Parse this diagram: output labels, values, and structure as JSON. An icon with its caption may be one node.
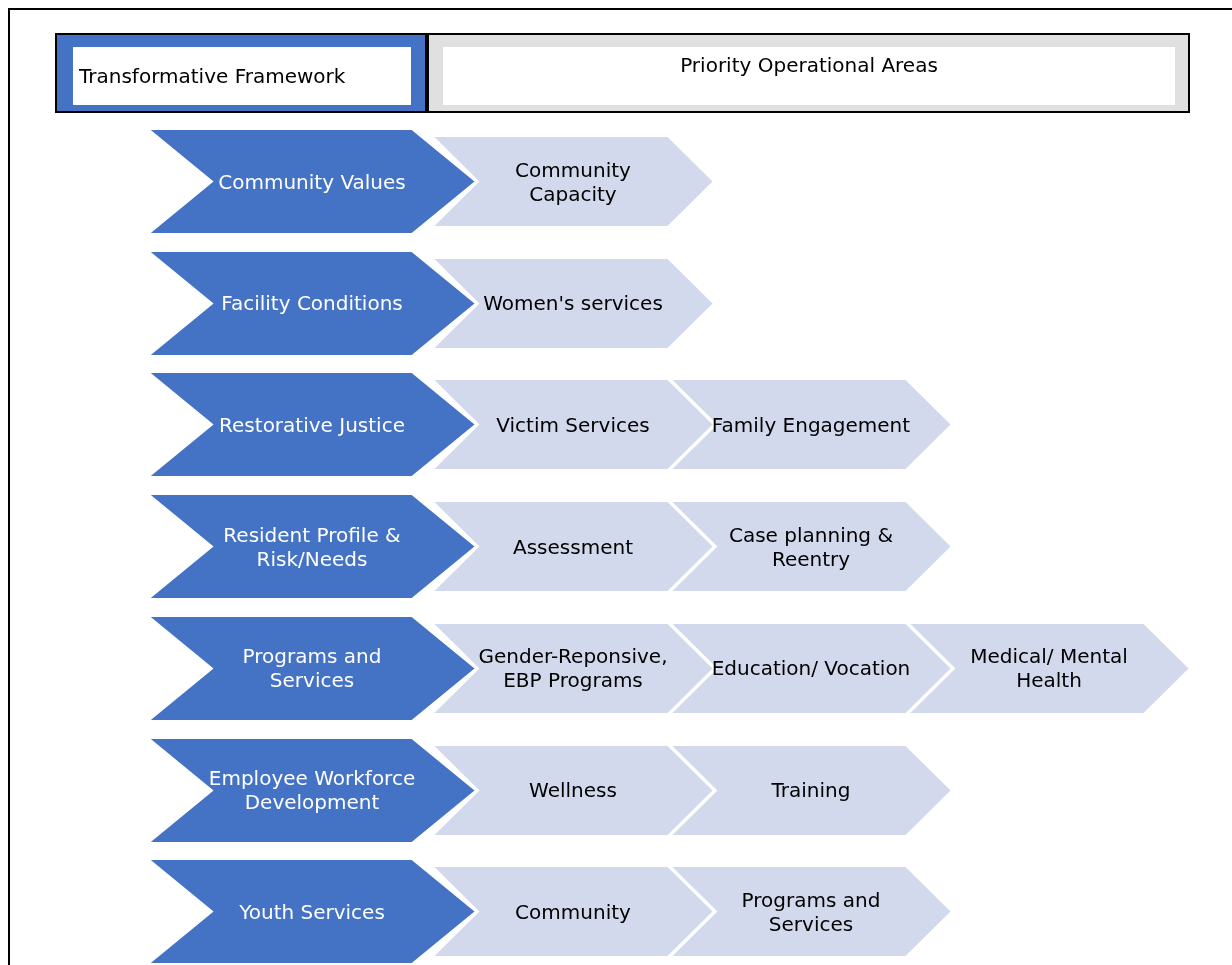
{
  "diagram": {
    "nodes": [
      {
        "text": [
          "Transformative Framework"
        ]
      },
      {
        "text": [
          "Priority Operational Areas"
        ]
      },
      {
        "text": [
          "Community Values"
        ]
      },
      {
        "text": [
          "Community Capacity"
        ]
      },
      {
        "text": [
          "Facility Conditions"
        ]
      },
      {
        "text": [
          "Women's services"
        ]
      },
      {
        "text": [
          "Restorative Justice"
        ]
      },
      {
        "text": [
          "Victim Services"
        ]
      },
      {
        "text": [
          "Family Engagement"
        ]
      },
      {
        "text": [
          "Resident Profile & Risk/Needs"
        ]
      },
      {
        "text": [
          "Assessment"
        ]
      },
      {
        "text": [
          "Case planning & Reentry"
        ]
      },
      {
        "text": [
          "Programs and Services"
        ]
      },
      {
        "text": [
          "Gender-Reponsive, EBP Programs"
        ]
      },
      {
        "text": [
          "Education/ Vocation"
        ]
      },
      {
        "text": [
          "Medical/ Mental Health"
        ]
      },
      {
        "text": [
          "Employee Workforce Development"
        ]
      },
      {
        "text": [
          "Wellness"
        ]
      },
      {
        "text": [
          "Training"
        ]
      },
      {
        "text": [
          "Youth Services"
        ]
      },
      {
        "text": [
          "Community"
        ]
      },
      {
        "text": [
          "Programs and Services"
        ]
      }
    ]
  }
}
